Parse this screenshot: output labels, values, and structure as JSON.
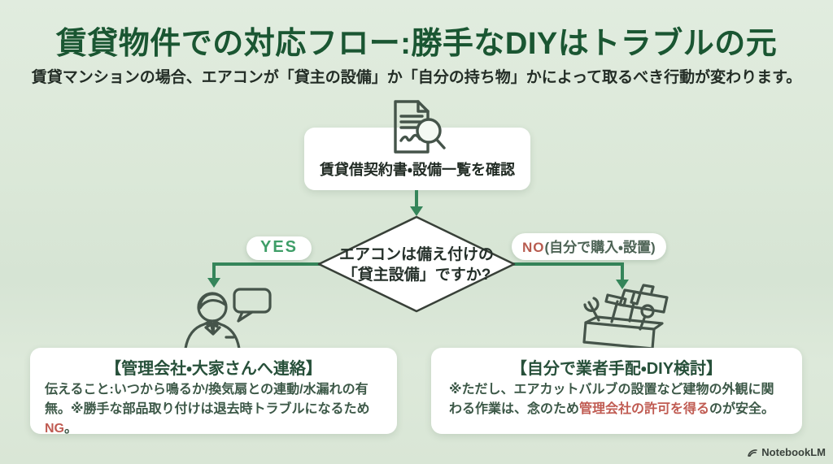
{
  "slide": {
    "title": "賃貸物件での対応フロー:勝手なDIYはトラブルの元",
    "subtitle": "賃貸マンションの場合、エアコンが「貸主の設備」か「自分の持ち物」かによって取るべき行動が変わります。"
  },
  "flow": {
    "step1_label": "賃貸借契約書・設備一覧を確認",
    "step1_icon": "document-search-icon",
    "decision_line1": "エアコンは備え付けの",
    "decision_line2": "「貸主設備」ですか?",
    "yes_label": "YES",
    "no_label": "NO",
    "no_note": "(自分で購入・設置)",
    "yes_branch": {
      "icon": "business-person-icon",
      "title": "【管理会社・大家さんへ連絡】",
      "body_before": "伝えること:いつから鳴るか/換気扇との連動/水漏れの有無。※勝手な部品取り付けは退去時トラブルになるため",
      "body_highlight": "NG",
      "body_after": "。"
    },
    "no_branch": {
      "icon": "toolbox-icon",
      "title": "【自分で業者手配・DIY検討】",
      "body_before": "※ただし、エアカットバルブの設置など建物の外観に関わる作業は、念のため",
      "body_highlight": "管理会社の許可を得る",
      "body_after": "のが安全。"
    }
  },
  "footer": {
    "brand": "NotebookLM",
    "icon": "notebooklm-logo-icon"
  },
  "colors": {
    "background": "#dbe8d8",
    "title_green": "#1a5632",
    "flow_green": "#35855a",
    "yes_green": "#3f9e68",
    "alert_red": "#c05b52",
    "body_text": "#3c5847",
    "box_title": "#27503a",
    "diamond_border": "#384038"
  }
}
